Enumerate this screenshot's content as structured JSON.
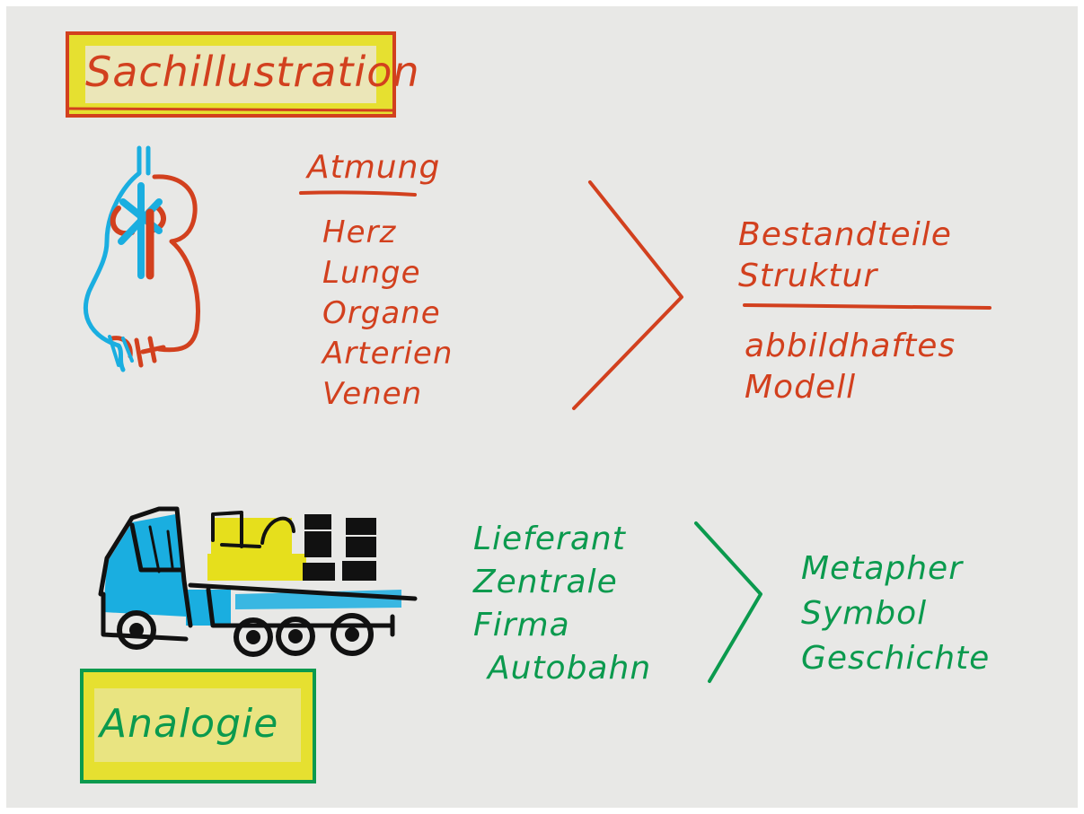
{
  "top": {
    "box_label": "Sachillustration",
    "list_heading": "Atmung",
    "list_items": [
      "Herz",
      "Lunge",
      "Organe",
      "Arterien",
      "Venen"
    ],
    "result_above": [
      "Bestandteile",
      "Struktur"
    ],
    "result_below": [
      "abbildhaftes",
      "Modell"
    ]
  },
  "bottom": {
    "box_label": "Analogie",
    "list_items": [
      "Lieferant",
      "Zentrale",
      "Firma",
      "Autobahn"
    ],
    "result_items": [
      "Metapher",
      "Symbol",
      "Geschichte"
    ]
  },
  "colors": {
    "board": "#e8e8e6",
    "marker_red": "#d2401e",
    "marker_green": "#0b9a4e",
    "marker_yellow": "#e6df1c",
    "marker_blue": "#1aaee0",
    "marker_black": "#111111"
  },
  "icons": [
    "heart-lung-sketch",
    "truck-sketch"
  ]
}
